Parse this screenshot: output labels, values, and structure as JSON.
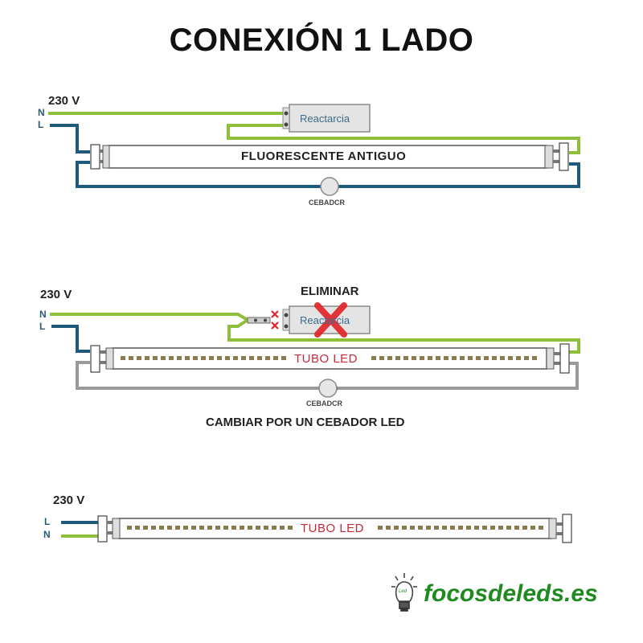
{
  "title": "CONEXIÓN 1 LADO",
  "colors": {
    "neutral_wire": "#8fbf3a",
    "live_wire": "#1f5a7a",
    "grey_wire": "#9a9a9a",
    "remove_red": "#e0262a",
    "led_text": "#c42a3a",
    "brand_green": "#1f8a1f",
    "led_dot": "#8a7a50"
  },
  "diagrams": [
    {
      "id": "old-fluorescent",
      "voltage_label": "230 V",
      "wires": [
        "N",
        "L"
      ],
      "tube_label": "FLUORESCENTE ANTIGUO",
      "ballast_label": "Reactarcia",
      "starter_label": "CEBADCR"
    },
    {
      "id": "led-one-side",
      "voltage_label": "230 V",
      "wires": [
        "N",
        "L"
      ],
      "remove_label": "ELIMINAR",
      "ballast_label": "Reactarcia",
      "tube_label": "TUBO LED",
      "starter_label": "CEBADCR",
      "note": "CAMBIAR POR UN CEBADOR LED"
    },
    {
      "id": "led-direct",
      "voltage_label": "230 V",
      "wires": [
        "L",
        "N"
      ],
      "tube_label": "TUBO LED"
    }
  ],
  "brand": {
    "icon": "lightbulb-icon",
    "icon_text": "Led",
    "name": "focosdeleds.es"
  }
}
